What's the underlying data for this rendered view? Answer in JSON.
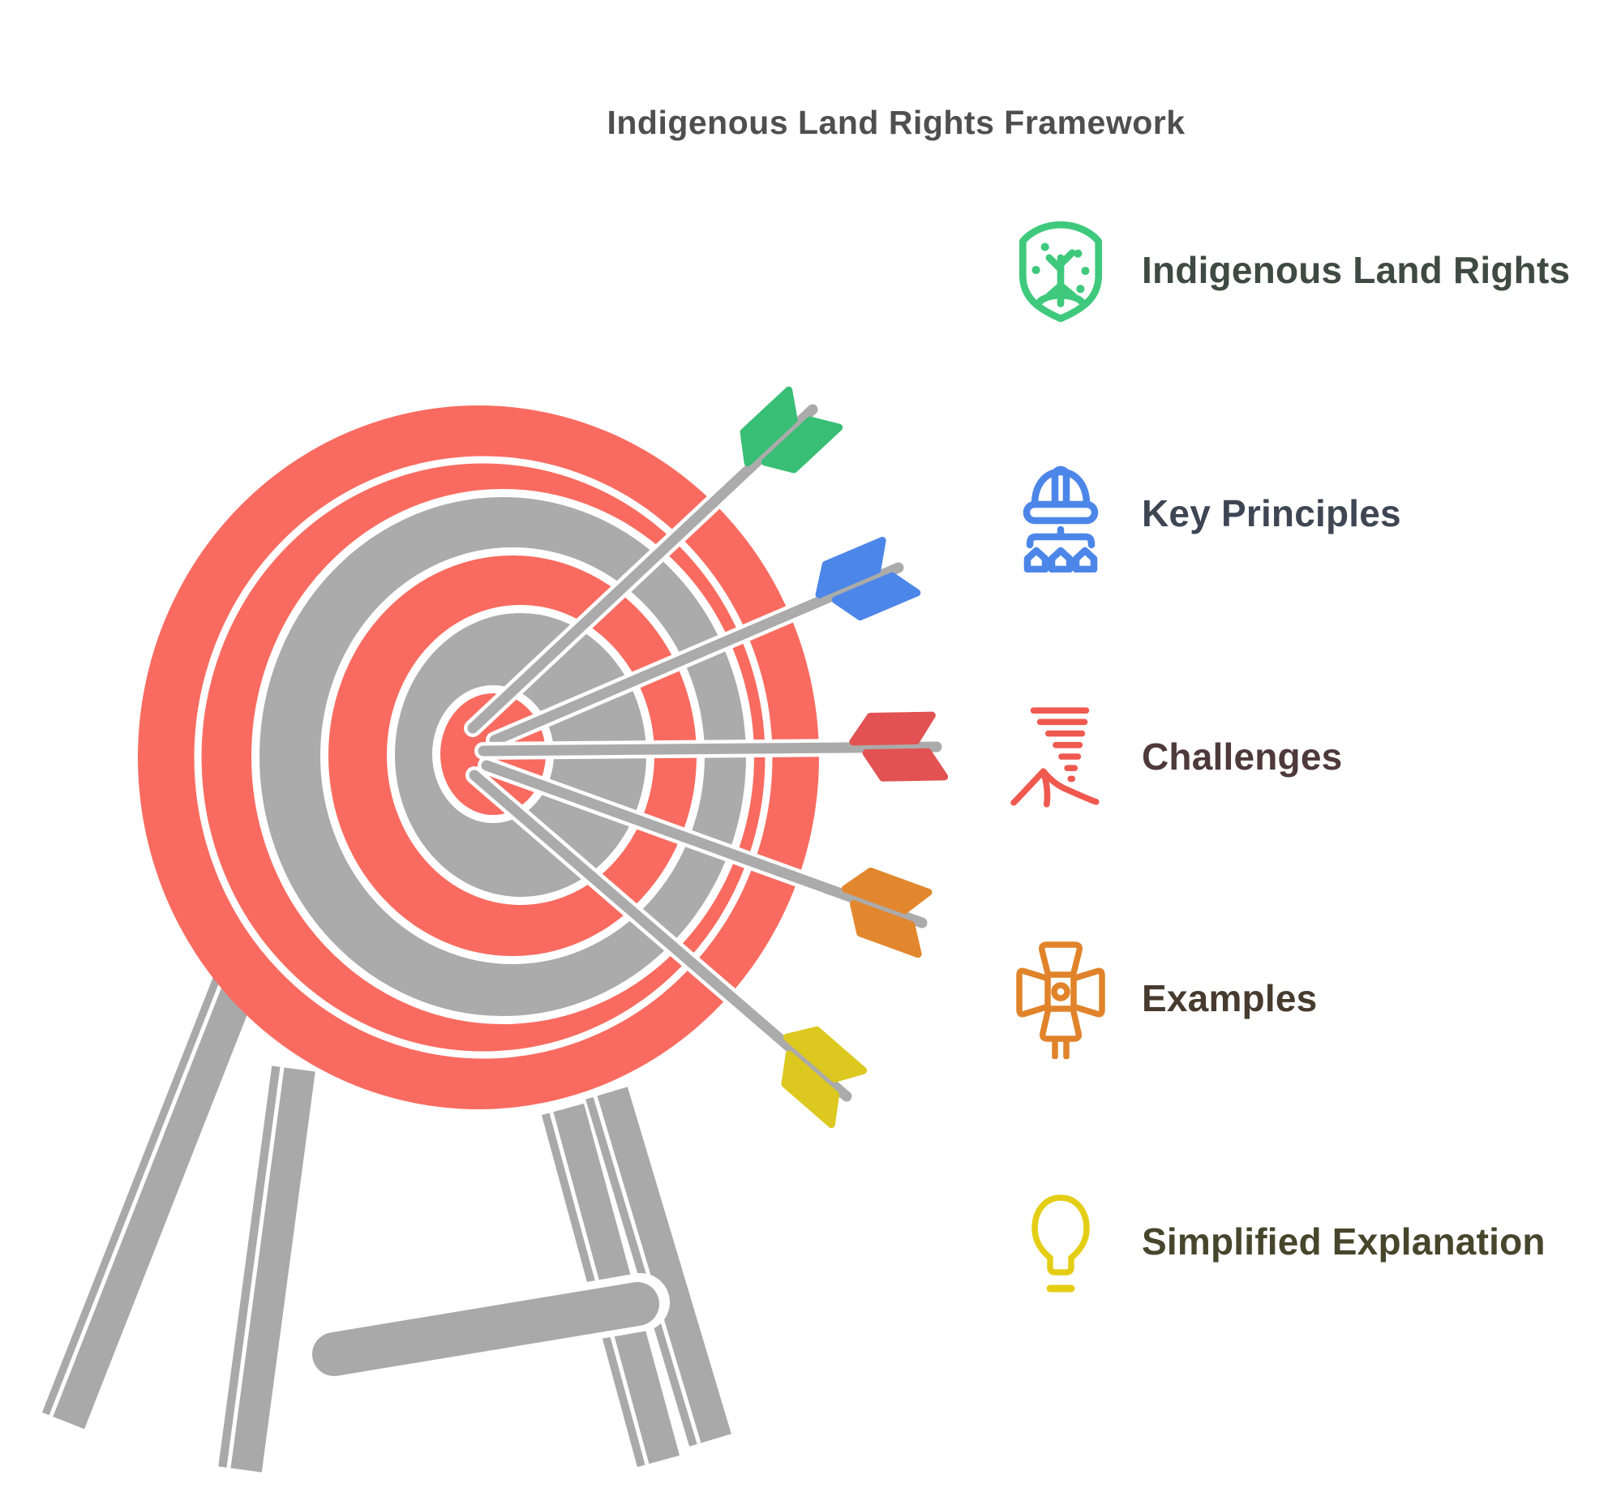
{
  "page": {
    "title": "Indigenous Land Rights Framework",
    "title_color": "#4f4f4f",
    "background": "#ffffff"
  },
  "target": {
    "ring_red": "#F96B60",
    "ring_gray": "#ABABAB",
    "stand_gray": "#A9A9A9",
    "shaft_gray": "#ABABAB",
    "gap_white": "#ffffff"
  },
  "items": [
    {
      "label": "Indigenous Land Rights",
      "label_color": "#3E4A43",
      "icon": "shield-plant-icon",
      "icon_color": "#3FC97D",
      "fletch_color": "#38BE75"
    },
    {
      "label": "Key Principles",
      "label_color": "#3E4654",
      "icon": "hard-hat-hierarchy-icon",
      "icon_color": "#4C86E8",
      "fletch_color": "#4C86E8"
    },
    {
      "label": "Challenges",
      "label_color": "#4E393B",
      "icon": "tornado-mountain-icon",
      "icon_color": "#F0594F",
      "fletch_color": "#E25252"
    },
    {
      "label": "Examples",
      "label_color": "#473B30",
      "icon": "spotlight-icon",
      "icon_color": "#E0832A",
      "fletch_color": "#E2872E"
    },
    {
      "label": "Simplified Explanation",
      "label_color": "#47452C",
      "icon": "lightbulb-icon",
      "icon_color": "#E4CE15",
      "fletch_color": "#DCC81E"
    }
  ]
}
